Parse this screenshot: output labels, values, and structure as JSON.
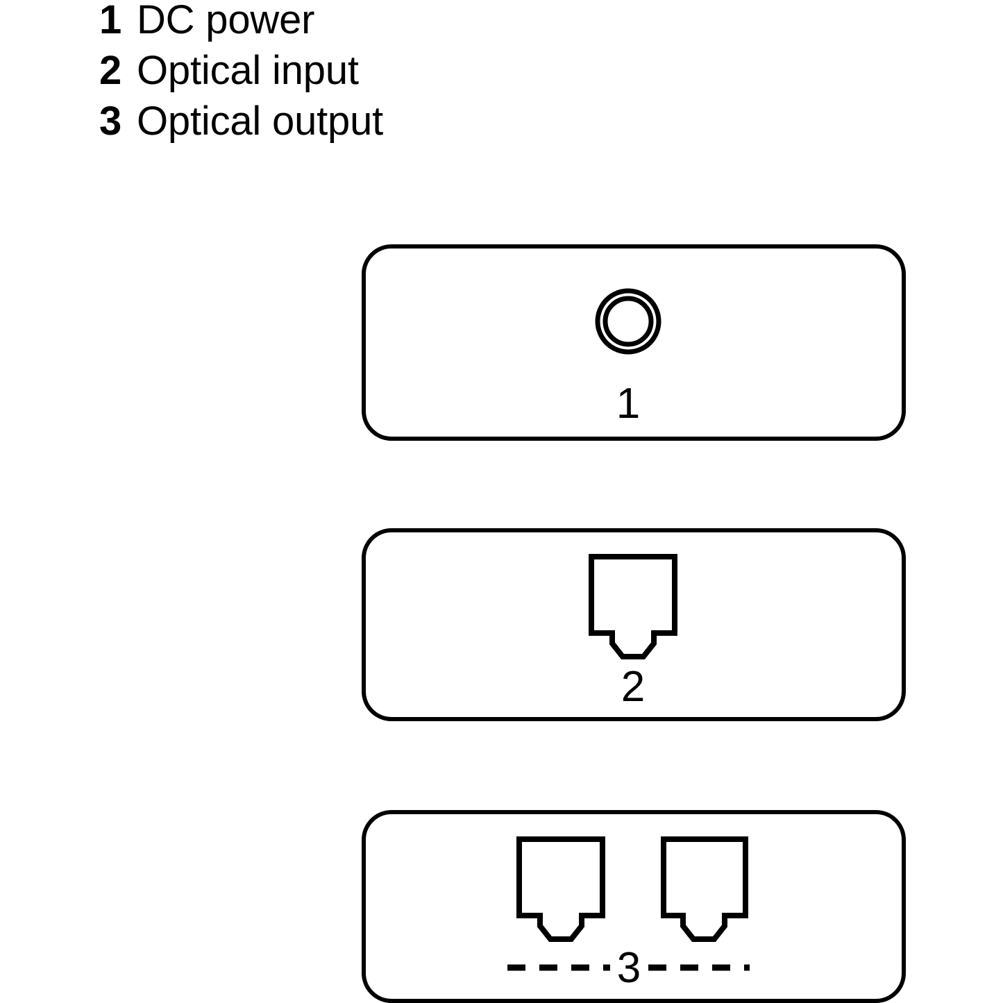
{
  "legend": {
    "items": [
      {
        "number": "1",
        "label": "DC power"
      },
      {
        "number": "2",
        "label": "Optical input"
      },
      {
        "number": "3",
        "label": "Optical output"
      }
    ]
  },
  "panels": [
    {
      "id": "panel-1",
      "callout": "1",
      "port_type": "dc-barrel-jack",
      "port_count": 1
    },
    {
      "id": "panel-2",
      "callout": "2",
      "port_type": "toslink-optical-port",
      "port_count": 1
    },
    {
      "id": "panel-3",
      "callout": "3",
      "port_type": "toslink-optical-port",
      "port_count": 2
    }
  ],
  "colors": {
    "stroke": "#000000",
    "background": "#ffffff"
  }
}
